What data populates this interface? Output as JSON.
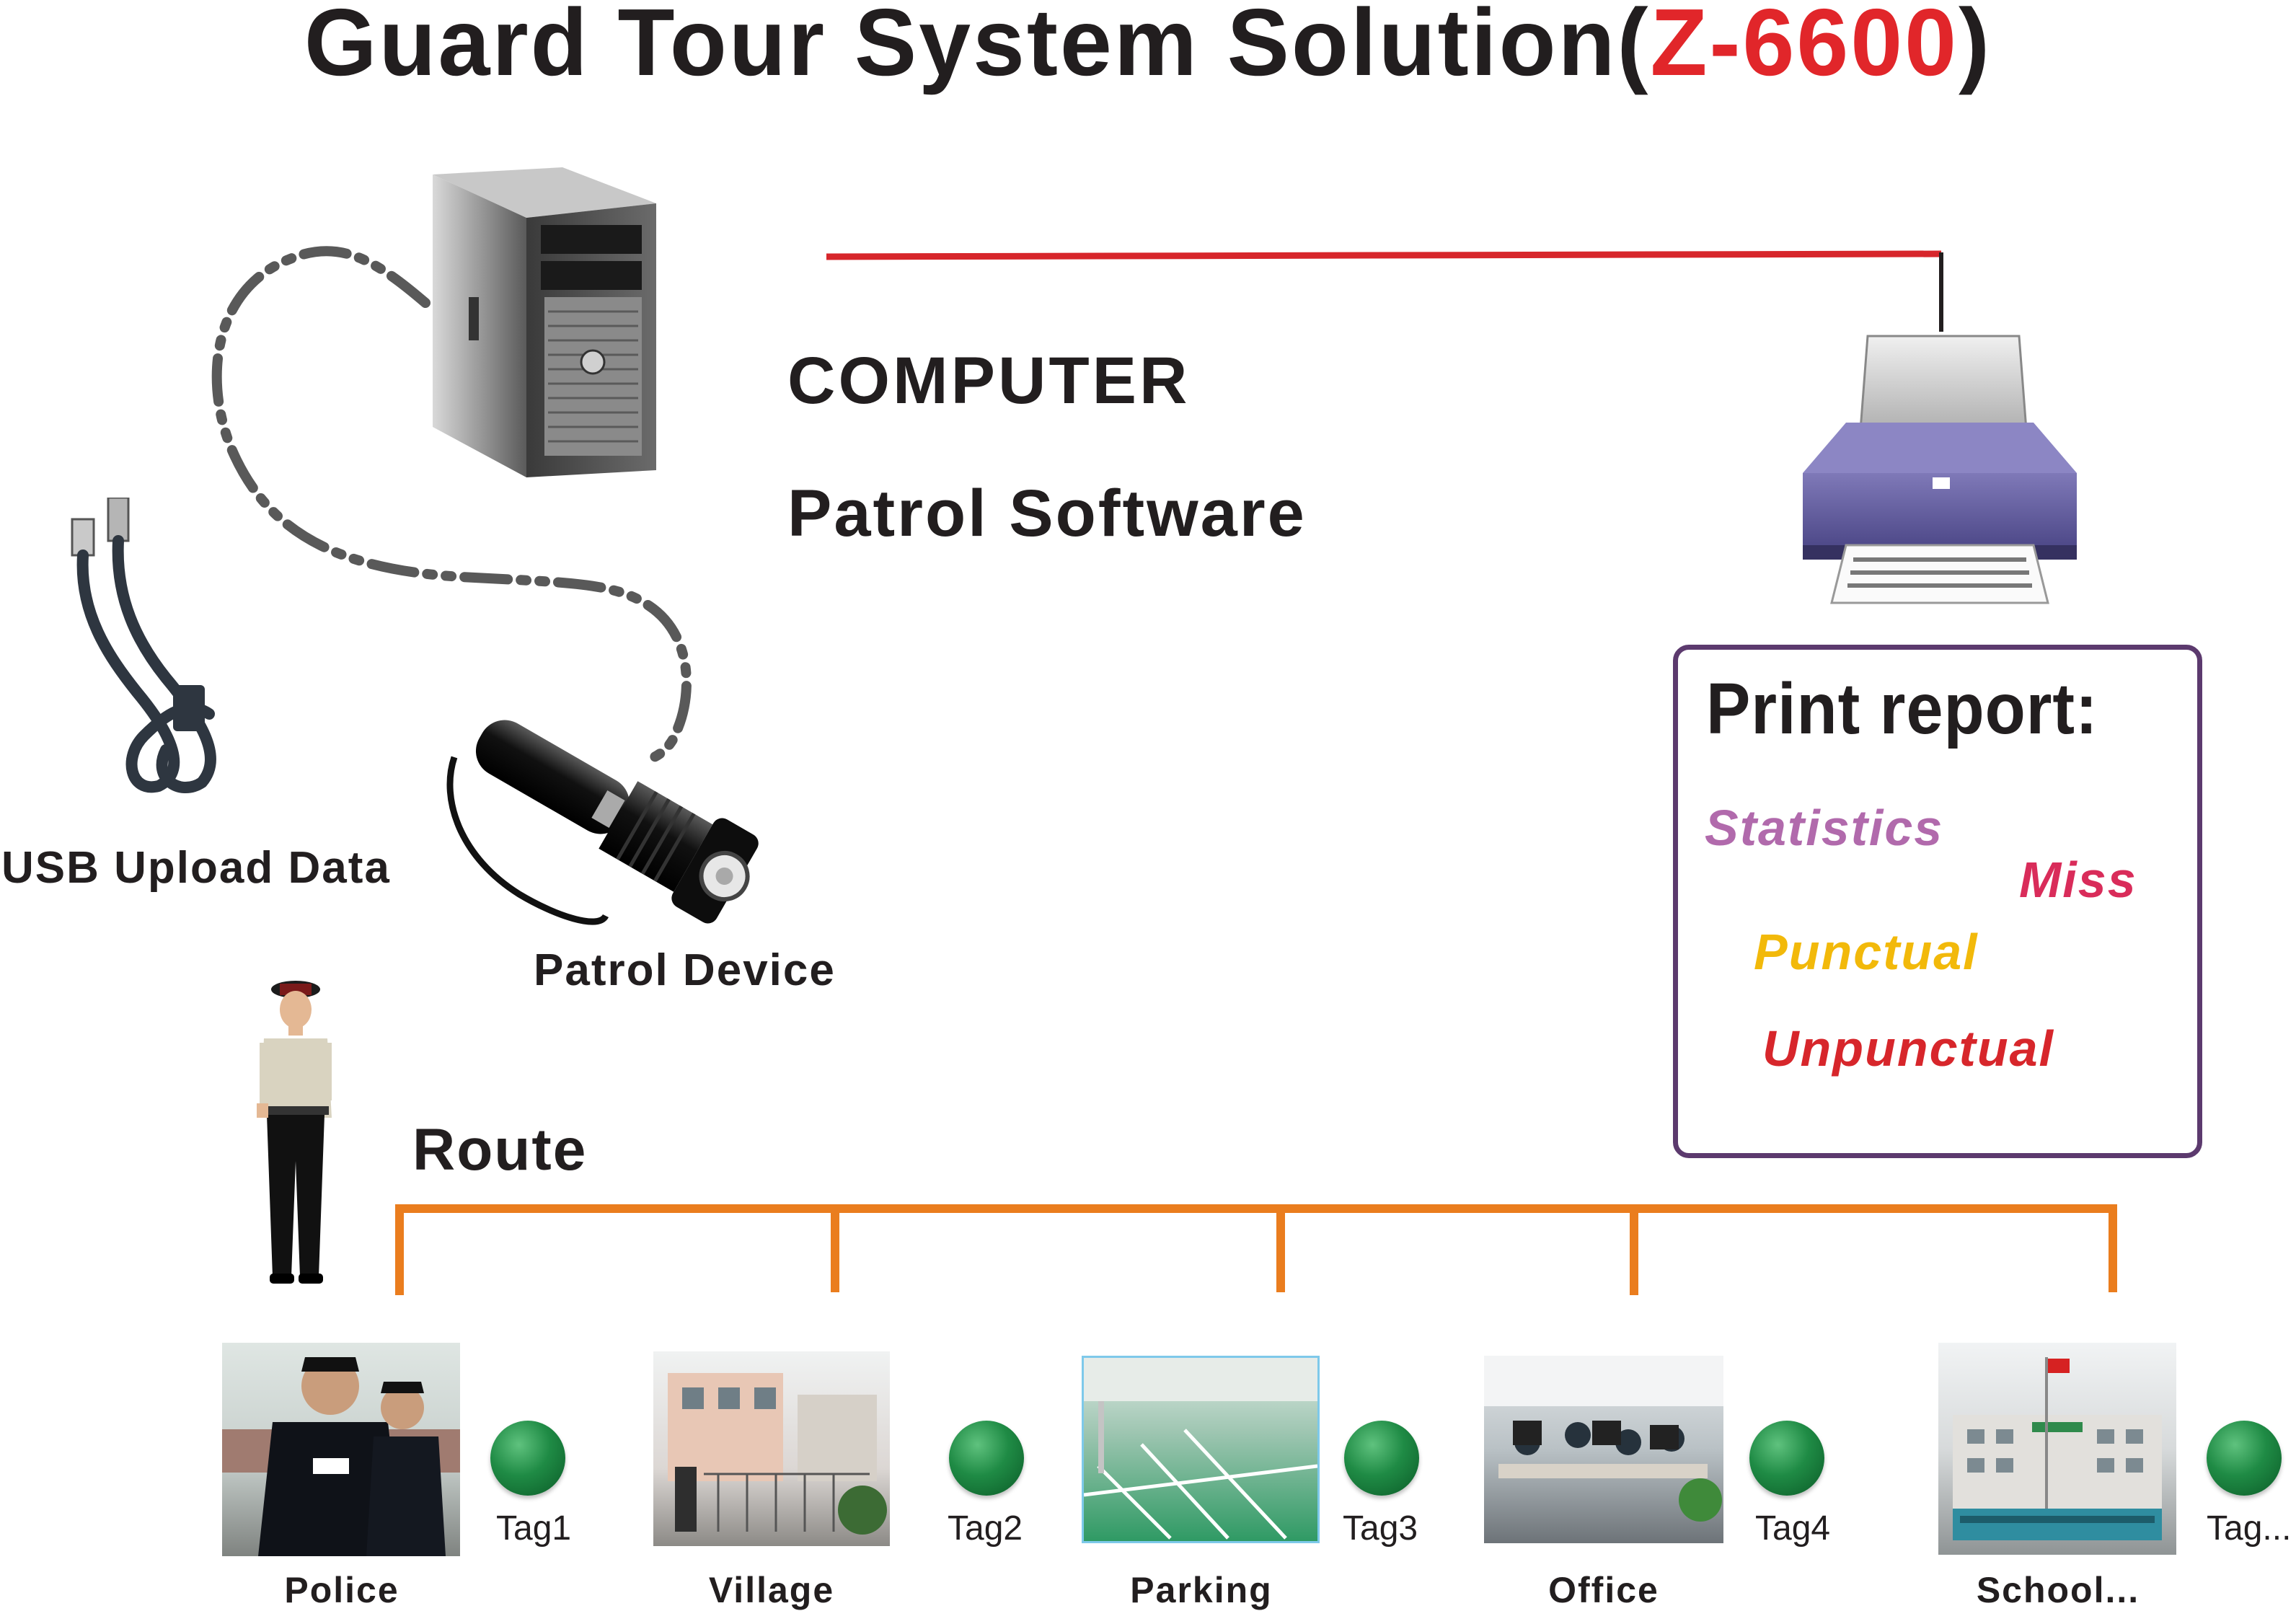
{
  "title": {
    "main": "Guard  Tour System Solution(",
    "model": "Z-6600",
    "close": ")"
  },
  "computer": {
    "label": "COMPUTER",
    "software": "Patrol Software"
  },
  "usb": {
    "label": "USB Upload Data"
  },
  "device": {
    "label": "Patrol Device"
  },
  "route": {
    "label": "Route"
  },
  "report": {
    "title": "Print report:",
    "items": [
      "Statistics",
      "Miss",
      "Punctual",
      "Unpunctual"
    ]
  },
  "checkpoints": [
    {
      "place": "Police",
      "tag": "Tag1"
    },
    {
      "place": "Village",
      "tag": "Tag2"
    },
    {
      "place": "Parking",
      "tag": "Tag3"
    },
    {
      "place": "Office",
      "tag": "Tag4"
    },
    {
      "place": "School...",
      "tag": "Tag..."
    }
  ],
  "colors": {
    "model": "#e1262a",
    "printer_link": "#d7262b",
    "route": "#ea7d1e",
    "report_border": "#5c3a6e",
    "cable": "#595959",
    "tag": "#1f8b45"
  },
  "icons": {
    "computer": "tower-computer-icon",
    "printer": "printer-icon",
    "usb": "usb-cable-icon",
    "device": "patrol-flashlight-icon",
    "guard": "security-guard-figure",
    "tag": "rfid-tag-icon"
  }
}
